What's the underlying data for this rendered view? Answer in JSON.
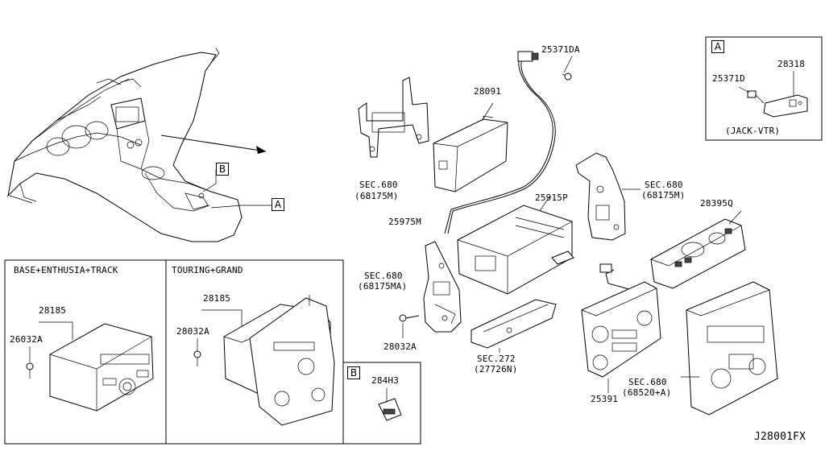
{
  "panels": {
    "base_title": "BASE+ENTHUSIA+TRACK",
    "touring_title": "TOURING+GRAND",
    "detail_a_caption": "(JACK-VTR)"
  },
  "tags": {
    "a_dash": "A",
    "b_dash": "B",
    "a_detail": "A",
    "b_detail": "B"
  },
  "parts": {
    "p25371DA": "25371DA",
    "p28091": "28091",
    "p25371D": "25371D",
    "p28318": "28318",
    "sec680_left": "SEC.680",
    "sec680_left_code": "(68175M)",
    "sec680_right": "SEC.680",
    "sec680_right_code": "(68175M)",
    "p28395Q": "28395Q",
    "p25915P": "25915P",
    "p25975M": "25975M",
    "sec680_ma": "SEC.680",
    "sec680_ma_code": "(68175MA)",
    "p28032A_center": "28032A",
    "sec272": "SEC.272",
    "sec272_code": "(27726N)",
    "p25391": "25391",
    "sec680_bottom": "SEC.680",
    "sec680_bottom_code": "(68520+A)",
    "p28185_base": "28185",
    "p26032A_base": "26032A",
    "p28185_touring": "28185",
    "p28032A_touring": "28032A",
    "p284H3": "284H3"
  },
  "footer": {
    "drawing_id": "J28001FX"
  }
}
